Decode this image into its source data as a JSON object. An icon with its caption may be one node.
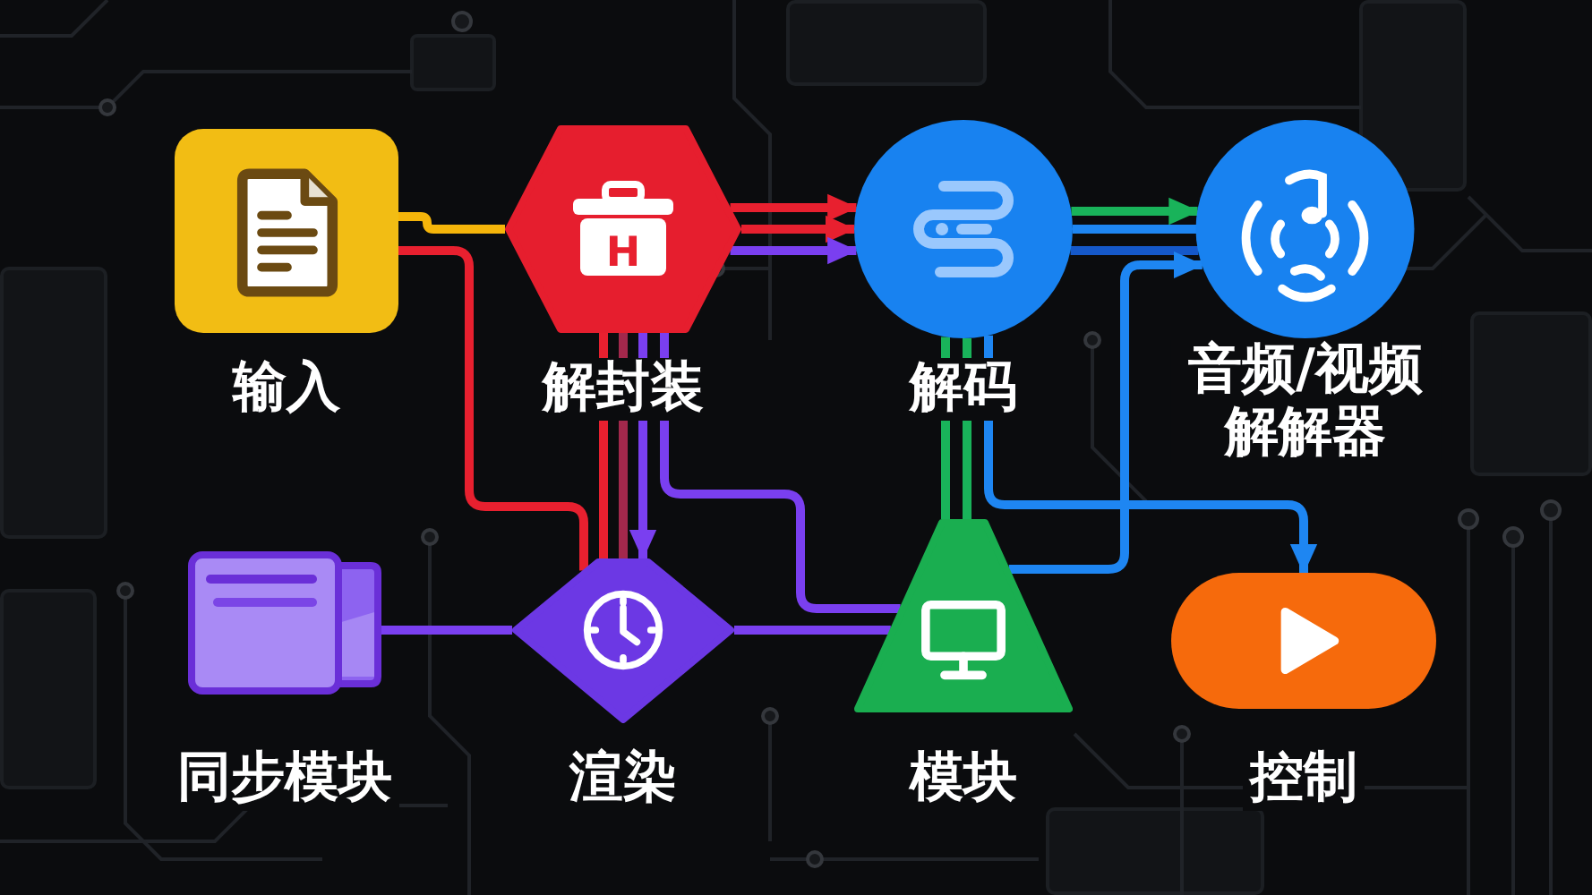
{
  "diagram": {
    "nodes": [
      {
        "text": [
          "输入"
        ]
      },
      {
        "text": [
          "H",
          "解封装"
        ]
      },
      {
        "text": [
          "解码"
        ]
      },
      {
        "text": [
          "音频/视频解解器"
        ]
      },
      {
        "text": [
          "同步模块"
        ]
      },
      {
        "text": [
          "渲染"
        ]
      },
      {
        "text": [
          "模块"
        ]
      },
      {
        "text": [
          "控制"
        ]
      }
    ],
    "edges": [
      {
        "from": 0,
        "to": 1,
        "arrow": "none",
        "color": "#f5b50a"
      },
      {
        "from": 0,
        "to": 5,
        "arrow": "none",
        "color": "#e8202f"
      },
      {
        "from": 1,
        "to": 2,
        "arrow": "to",
        "color": "#e8202f"
      },
      {
        "from": 1,
        "to": 2,
        "arrow": "to",
        "color": "#e8202f"
      },
      {
        "from": 1,
        "to": 2,
        "arrow": "to",
        "color": "#7a3ff0"
      },
      {
        "from": 1,
        "to": 5,
        "arrow": "none",
        "color": "#e8202f"
      },
      {
        "from": 1,
        "to": 5,
        "arrow": "none",
        "color": "#a3284c"
      },
      {
        "from": 1,
        "to": 5,
        "arrow": "to",
        "color": "#7a3ff0"
      },
      {
        "from": 1,
        "to": 6,
        "arrow": "none",
        "color": "#7a3ff0"
      },
      {
        "from": 2,
        "to": 3,
        "arrow": "to",
        "color": "#19b35a"
      },
      {
        "from": 2,
        "to": 3,
        "arrow": "none",
        "color": "#1e86f2"
      },
      {
        "from": 2,
        "to": 3,
        "arrow": "none",
        "color": "#1558c9"
      },
      {
        "from": 2,
        "to": 6,
        "arrow": "none",
        "color": "#19b35a"
      },
      {
        "from": 2,
        "to": 6,
        "arrow": "none",
        "color": "#19b35a"
      },
      {
        "from": 2,
        "to": 7,
        "arrow": "to",
        "color": "#1e86f2"
      },
      {
        "from": 6,
        "to": 3,
        "arrow": "to",
        "color": "#1e86f2"
      },
      {
        "from": 4,
        "to": 5,
        "arrow": "none",
        "color": "#7a3ff0"
      },
      {
        "from": 5,
        "to": 6,
        "arrow": "none",
        "color": "#7a3ff0"
      }
    ]
  }
}
